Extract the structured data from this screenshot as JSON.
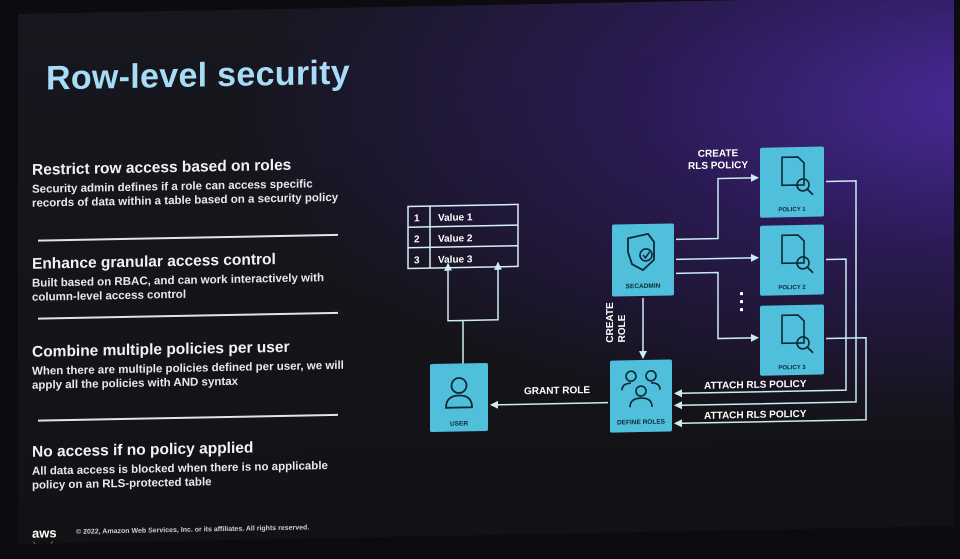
{
  "slide": {
    "title": "Row-level security",
    "items": [
      {
        "heading": "Restrict row access based on roles",
        "body": "Security admin defines if a role can access specific records of data within a table based on a security policy"
      },
      {
        "heading": "Enhance granular access control",
        "body": "Built based on RBAC, and can work interactively with column-level access control"
      },
      {
        "heading": "Combine multiple policies per user",
        "body": "When there are multiple policies defined per user, we will apply all the policies with AND syntax"
      },
      {
        "heading": "No access if no policy applied",
        "body": "All data access is blocked when there is no applicable policy on an RLS-protected table"
      }
    ],
    "footer": {
      "logo": "aws",
      "copyright": "© 2022, Amazon Web Services, Inc. or its affiliates. All rights reserved."
    }
  },
  "diagram": {
    "table_rows": [
      {
        "num": "1",
        "value": "Value 1"
      },
      {
        "num": "2",
        "value": "Value 2"
      },
      {
        "num": "3",
        "value": "Value 3"
      }
    ],
    "secadmin_label": "SECADMIN",
    "user_label": "USER",
    "define_roles_label": "DEFINE ROLES",
    "policy_labels": [
      "POLICY 1",
      "POLICY 2",
      "POLICY 3"
    ],
    "create_rls_policy_line1": "CREATE",
    "create_rls_policy_line2": "RLS POLICY",
    "create_role_line1": "CREATE",
    "create_role_line2": "ROLE",
    "grant_role_label": "GRANT ROLE",
    "attach_rls_policy_label_1": "ATTACH RLS POLICY",
    "attach_rls_policy_label_2": "ATTACH RLS POLICY",
    "colors": {
      "box": "#5cc8e4",
      "line": "#cdebf3",
      "title": "#a6dcf5"
    }
  }
}
